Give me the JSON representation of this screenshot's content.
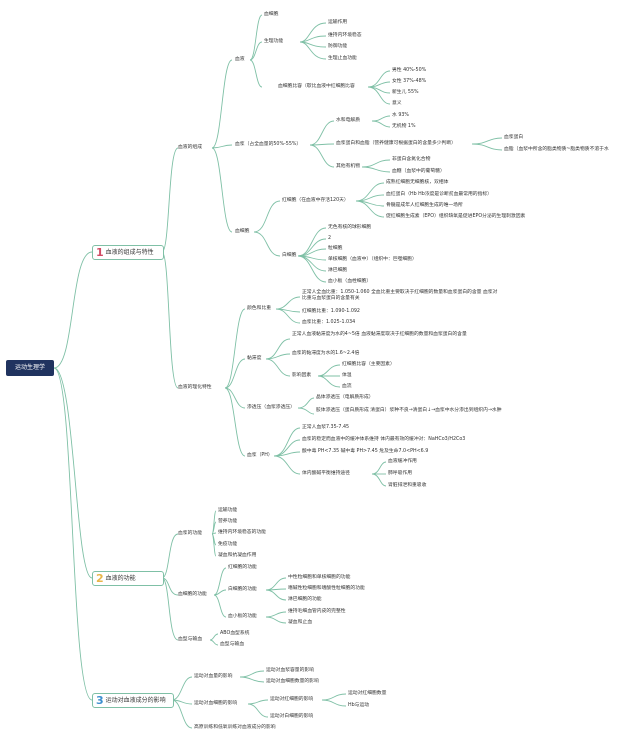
{
  "root": "运动生理学",
  "colors": {
    "edge": "#7fc0a6",
    "root_bg": "#20335f",
    "num1": "#d14a64",
    "num2": "#e9b64a",
    "num3": "#3d8fcf"
  },
  "sections": [
    {
      "num": "1",
      "label": "血液的组成与特性"
    },
    {
      "num": "2",
      "label": "血液的功能"
    },
    {
      "num": "3",
      "label": "运动对血液成分的影响"
    }
  ],
  "s1": {
    "composition": "血液的组成",
    "blood": "血液",
    "cells": "血细胞",
    "physio": "生理功能",
    "p1": "运输作用",
    "p2": "维持内环境稳态",
    "p3": "防御功能",
    "p4": "生理止血功能",
    "hct": "血细胞比容（歇比血液中红细胞比容",
    "h1": "男性 40%-50%",
    "h2": "女性 37%-48%",
    "h3": "新生儿 55%",
    "h4": "意义",
    "plasma": "血浆（占全血量的50%-55%）",
    "water": "水和电解质",
    "w1": "水 93%",
    "w2": "无机物 1%",
    "protein": "血浆蛋白和血脂（营养健康可根据蛋白的含量多少判断）",
    "pr1": "血浆蛋白",
    "pr2": "血脂（血浆中所含的脂类物质~脂类物质不溶于水",
    "organic": "其他有机物",
    "o1": "非蛋白含氮化合物",
    "o2": "血糖（血浆中的葡萄糖）",
    "cellcomp": "血细胞",
    "rbc": "红细胞（在血液中存活120天）",
    "r1": "成熟红细胞无细胞核，双相体",
    "r2": "血红蛋白（Hb Hb浓度是诊断贫血最常用的指标）",
    "r3": "骨髓是成年人红细胞生成的唯一场所",
    "r4": "促红细胞生成素（EPO）组织缺氧是促进EPO分泌的生理刺激因素",
    "wbc": "白细胞",
    "wb1": "无色有核的球形细胞",
    "wb2": "2",
    "wb3": "粒细胞",
    "wb4": "单核细胞（血液中）（组织中：巨噬细胞）",
    "wb5": "淋巴细胞",
    "wb6": "血小板（血栓细胞）",
    "physprop": "血液的理化特性",
    "density": "颜色和比重",
    "d1": "正常人全血比重：1.050-1.060 全血比重主要取决于红细胞的数量和血浆蛋白的含量 血浆对比重与血浆蛋白的含量有关",
    "d2": "红细胞比重：1.090-1.092",
    "d3": "血浆比重：1.025-1.034",
    "viscosity": "黏滞度",
    "v1": "正常人血液黏滞度为水的4~5倍 血液黏滞度取决于红细胞的数量和血浆蛋白的含量",
    "v2": "血浆的黏滞度为水的1.6~2.4倍",
    "factor": "影响因素",
    "f1": "红细胞比容（主要因素）",
    "f2": "体温",
    "f3": "血流",
    "osmotic": "渗透压（血浆渗透压）",
    "os1": "晶体渗透压（电解质形成）",
    "os2": "胶体渗透压（蛋白质形成 清蛋白）浆种不良→清蛋白↓→血浆中水分渗出到组织内→水肿",
    "ph": "血浆（PH）",
    "ph1": "正常人血浆7.35-7.45",
    "ph2": "血浆的稳定而血液中的缓冲体系维持 体内最有效的缓冲对：NaHCo3/H2Co3",
    "ph3": "酸中毒 PH<7.35 碱中毒 PH>7.45 危及生命7.0<PH<6.9",
    "buffer": "体内酸碱平衡维持途径",
    "b1": "血液缓冲作用",
    "b2": "肺呼吸作用",
    "b3": "肾脏排泄和重吸收"
  },
  "s2": {
    "plasma_fn": "血浆的功能",
    "pf1": "运输功能",
    "pf2": "营养功能",
    "pf3": "维持内环境稳态的功能",
    "pf4": "免疫功能",
    "pf5": "凝血和抗凝血作用",
    "cell_fn": "血细胞的功能",
    "cf1": "红细胞的功能",
    "wbc_fn": "白细胞的功能",
    "wf1": "中性粒细胞和单核细胞的功能",
    "wf2": "嗜碱性粒细胞和嗜酸性粒细胞的功能",
    "wf3": "淋巴细胞的功能",
    "plt_fn": "血小板的功能",
    "pl1": "维持毛细血管内皮的完整性",
    "pl2": "凝血和止血",
    "bloodtype": "血型与输血",
    "bt1": "ABO血型系统",
    "bt2": "血型与输血"
  },
  "s3": {
    "vol": "运动对血量的影响",
    "vo1": "运动对血浆容量的影响",
    "vo2": "运动对血细胞数量的影响",
    "cells": "运动对血细胞的影响",
    "rbc": "运动对红细胞的影响",
    "rb1": "运动对红细胞数量",
    "rb2": "Hb与运动",
    "wbc": "运动对白细胞的影响",
    "altitude": "高原训练和低氧训练对血液成分的影响"
  }
}
